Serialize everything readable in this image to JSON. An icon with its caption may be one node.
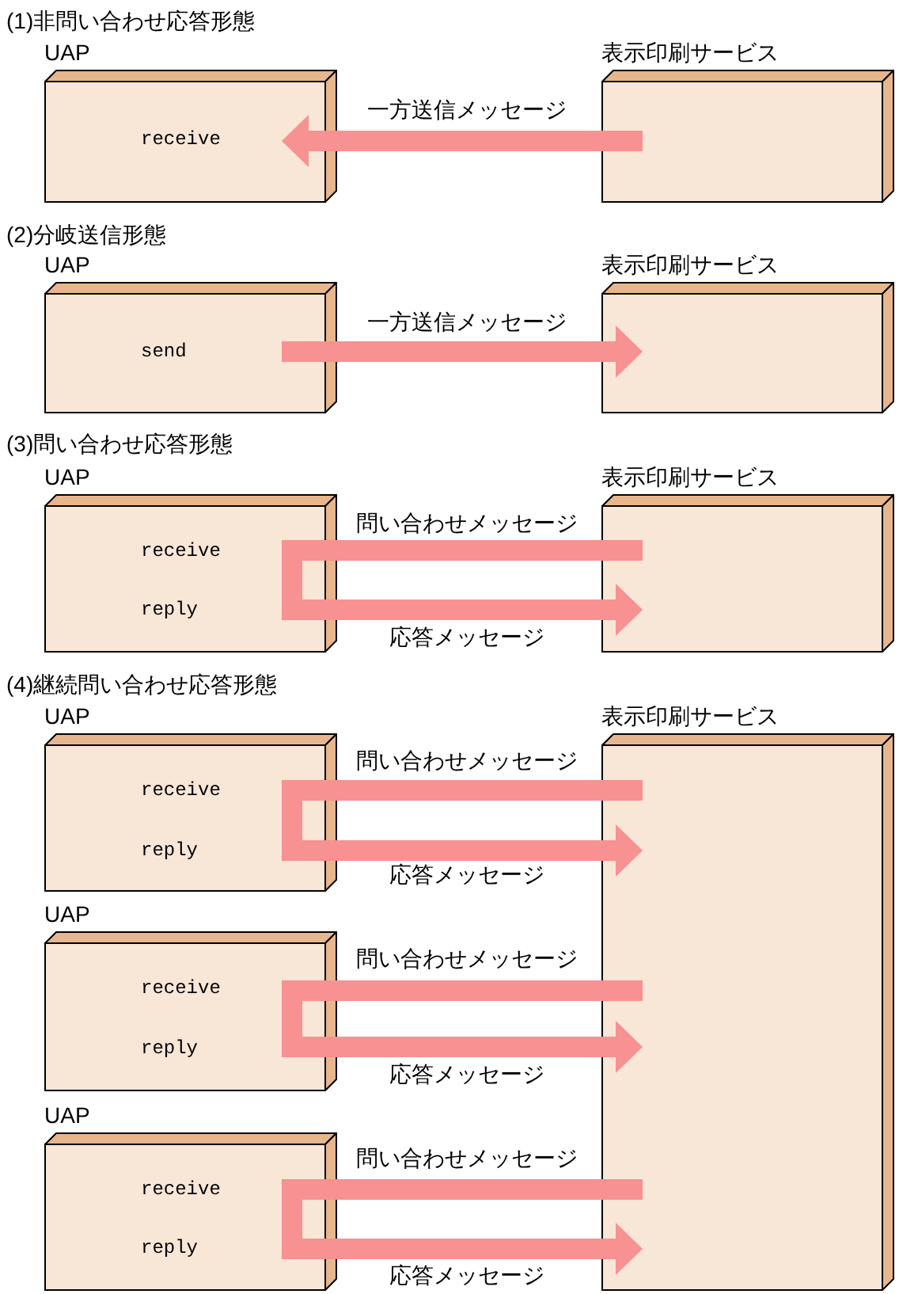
{
  "diagram": {
    "nodes": [
      {
        "text": [
          "UAP",
          "receive"
        ]
      },
      {
        "text": [
          "表示印刷サービス"
        ]
      },
      {
        "text": [
          "UAP",
          "send"
        ]
      },
      {
        "text": [
          "表示印刷サービス"
        ]
      },
      {
        "text": [
          "UAP",
          "receive",
          "reply"
        ]
      },
      {
        "text": [
          "表示印刷サービス"
        ]
      },
      {
        "text": [
          "UAP",
          "receive",
          "reply"
        ]
      },
      {
        "text": [
          "表示印刷サービス"
        ]
      },
      {
        "text": [
          "UAP",
          "receive",
          "reply"
        ]
      },
      {
        "text": [
          "UAP",
          "receive",
          "reply"
        ]
      }
    ],
    "edges": [
      {
        "from": 1,
        "to": 0,
        "arrow": "to",
        "label": "一方送信メッセージ"
      },
      {
        "from": 2,
        "to": 3,
        "arrow": "to",
        "label": "一方送信メッセージ"
      },
      {
        "from": 5,
        "to": 4,
        "arrow": "none",
        "label": "問い合わせメッセージ"
      },
      {
        "from": 4,
        "to": 5,
        "arrow": "to",
        "label": "応答メッセージ"
      },
      {
        "from": 7,
        "to": 6,
        "arrow": "none",
        "label": "問い合わせメッセージ"
      },
      {
        "from": 6,
        "to": 7,
        "arrow": "to",
        "label": "応答メッセージ"
      },
      {
        "from": 7,
        "to": 8,
        "arrow": "none",
        "label": "問い合わせメッセージ"
      },
      {
        "from": 8,
        "to": 7,
        "arrow": "to",
        "label": "応答メッセージ"
      },
      {
        "from": 7,
        "to": 9,
        "arrow": "none",
        "label": "問い合わせメッセージ"
      },
      {
        "from": 9,
        "to": 7,
        "arrow": "to",
        "label": "応答メッセージ"
      }
    ],
    "labels": [
      "(1)非問い合わせ応答形態",
      "(2)分岐送信形態",
      "(3)問い合わせ応答形態",
      "(4)継続問い合わせ応答形態"
    ]
  }
}
